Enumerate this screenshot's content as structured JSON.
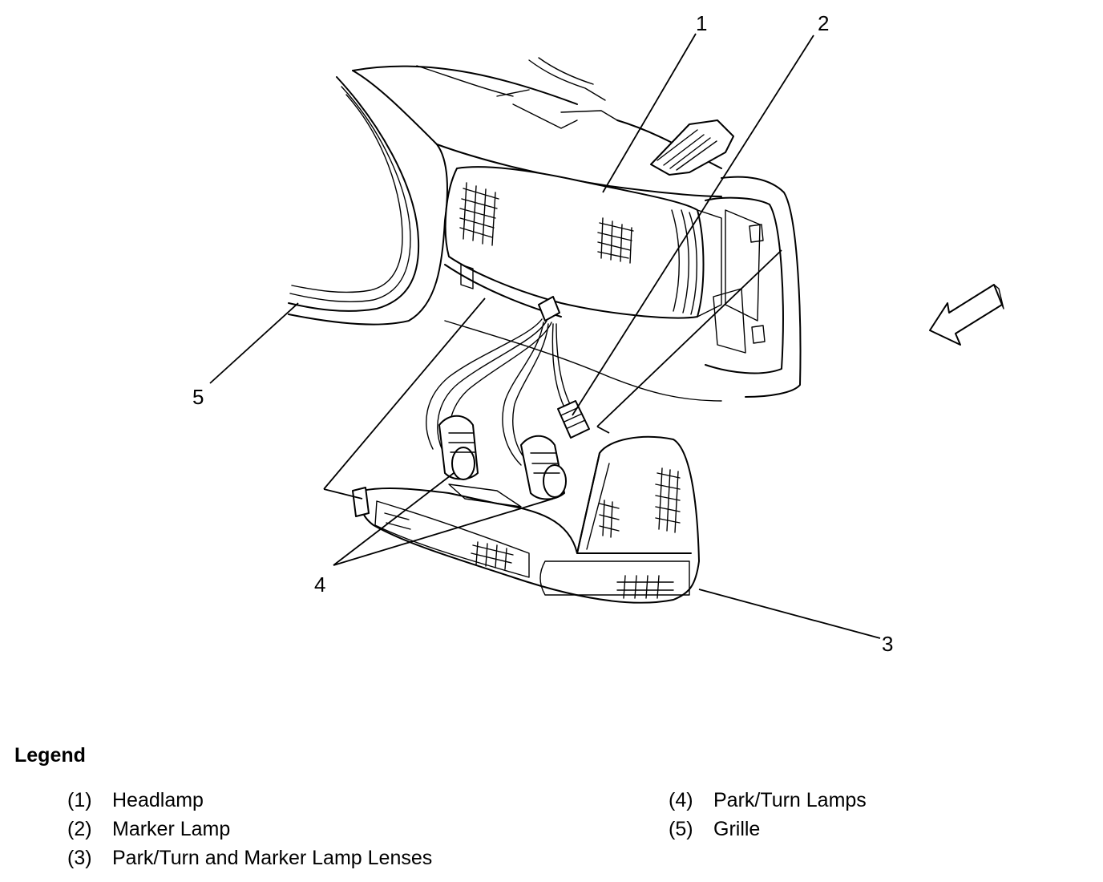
{
  "callouts": [
    {
      "id": "1",
      "label": "1"
    },
    {
      "id": "2",
      "label": "2"
    },
    {
      "id": "3",
      "label": "3"
    },
    {
      "id": "4",
      "label": "4"
    },
    {
      "id": "5",
      "label": "5"
    }
  ],
  "legend": {
    "title": "Legend",
    "items": [
      {
        "num": "(1)",
        "text": "Headlamp"
      },
      {
        "num": "(2)",
        "text": "Marker Lamp"
      },
      {
        "num": "(3)",
        "text": "Park/Turn and Marker Lamp Lenses"
      },
      {
        "num": "(4)",
        "text": "Park/Turn Lamps"
      },
      {
        "num": "(5)",
        "text": "Grille"
      }
    ]
  }
}
